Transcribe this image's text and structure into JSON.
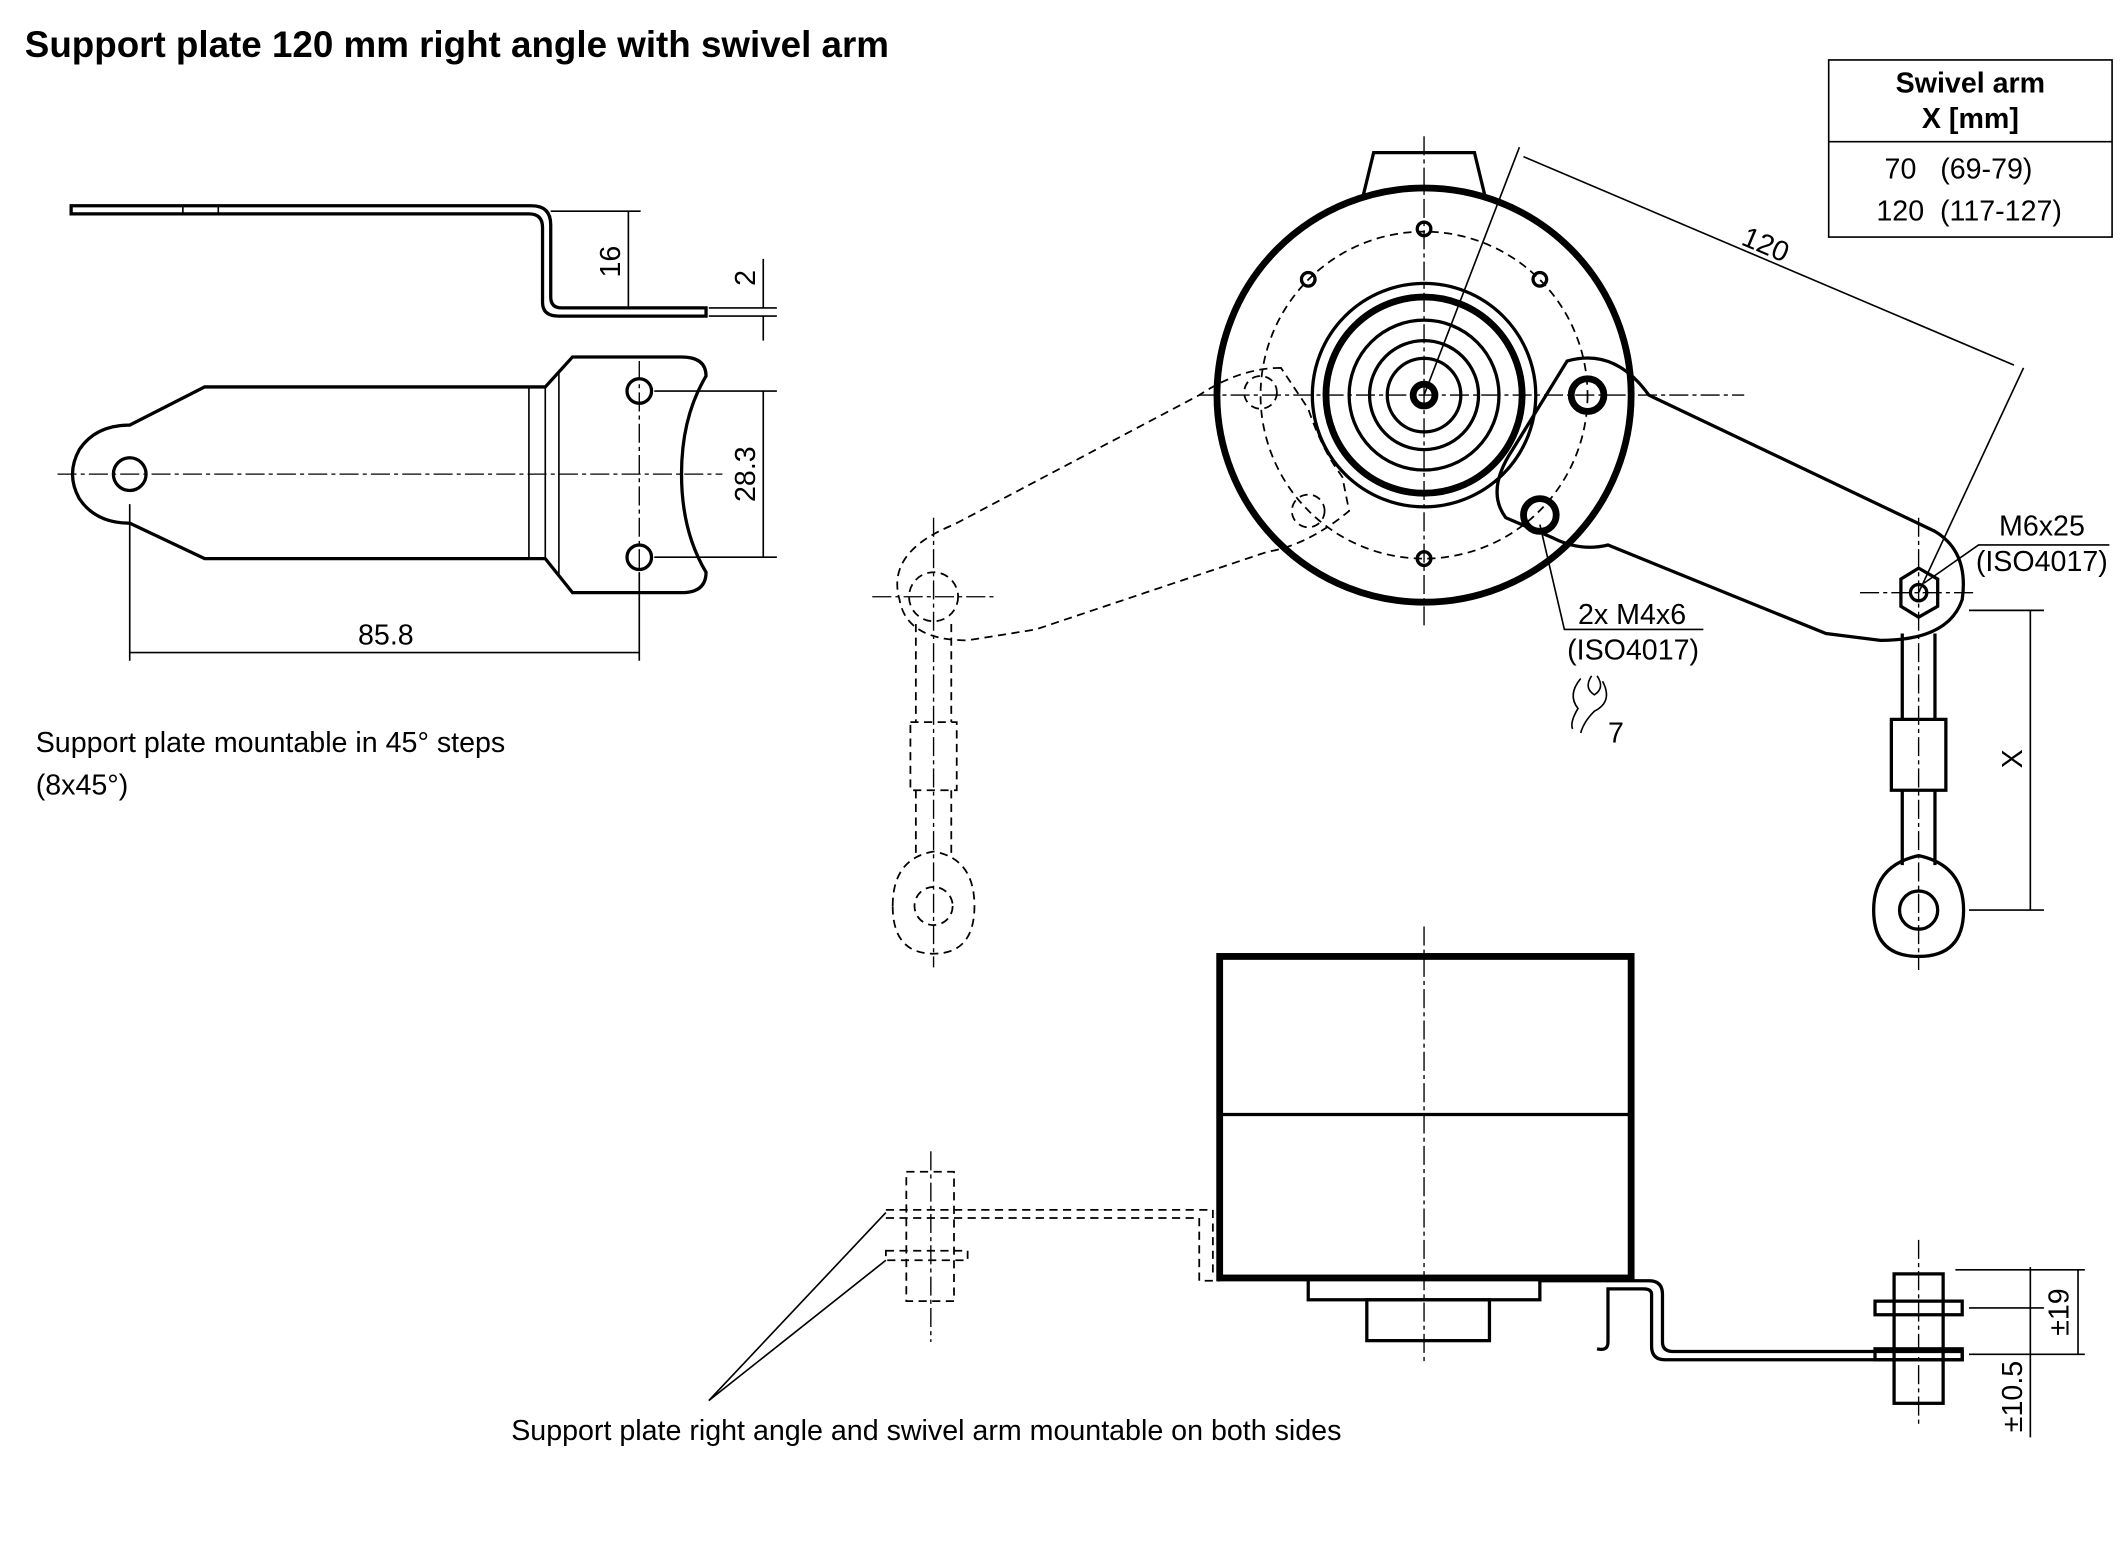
{
  "title": "Support plate 120 mm right angle with swivel arm",
  "table": {
    "header_line1": "Swivel arm",
    "header_line2": "X [mm]",
    "rows": [
      "70   (69-79)",
      "120  (117-127)"
    ]
  },
  "dimensions": {
    "plate_height": "16",
    "plate_thickness": "2",
    "hole_spacing": "28.3",
    "plate_length": "85.8",
    "arm_length": "120",
    "x_label": "X",
    "pm19": "±19",
    "pm105": "±10.5"
  },
  "notes": {
    "mount_steps_line1": "Support plate mountable in 45° steps",
    "mount_steps_line2": "(8x45°)",
    "screws_line1": "2x M4x6",
    "screws_line2": "(ISO4017)",
    "wrench_size": "7",
    "bolt_line1": "M6x25",
    "bolt_line2": "(ISO4017)",
    "both_sides": "Support plate right angle and swivel arm mountable on both sides"
  }
}
